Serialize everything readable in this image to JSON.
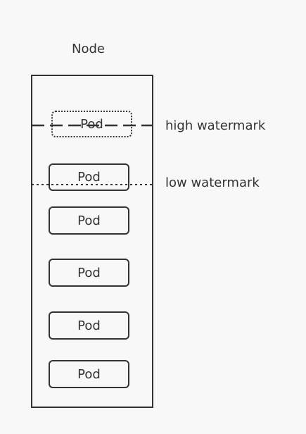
{
  "node": {
    "title": "Node"
  },
  "watermarks": {
    "high": "high watermark",
    "low": "low watermark"
  },
  "pods": [
    {
      "label": "Pod",
      "style": "dotted"
    },
    {
      "label": "Pod",
      "style": "solid"
    },
    {
      "label": "Pod",
      "style": "solid"
    },
    {
      "label": "Pod",
      "style": "solid"
    },
    {
      "label": "Pod",
      "style": "solid"
    },
    {
      "label": "Pod",
      "style": "solid"
    }
  ],
  "colors": {
    "stroke": "#333333",
    "background": "#f8f8f8"
  }
}
